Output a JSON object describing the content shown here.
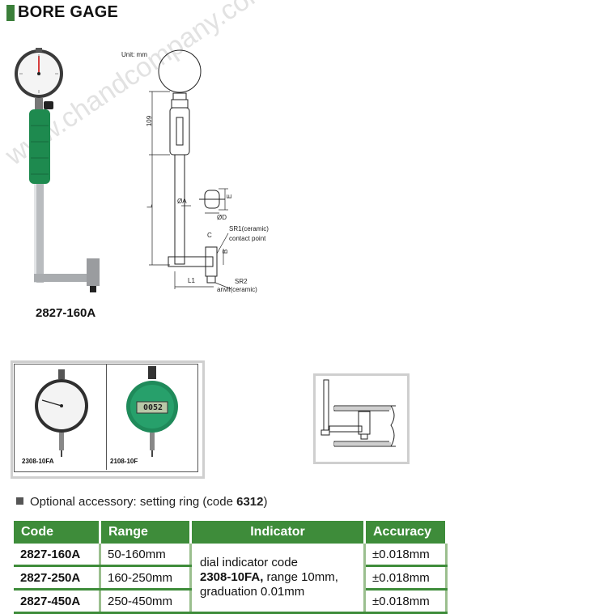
{
  "page": {
    "title": "BORE GAGE",
    "watermark": "www.chandcompany.com"
  },
  "product": {
    "code": "2827-160A"
  },
  "drawing": {
    "unit": "Unit: mm",
    "dim_109": "109",
    "dim_L": "L",
    "dim_phiA": "ØA",
    "dim_E": "E",
    "dim_phiD": "ØD",
    "dim_C": "C",
    "dim_B": "B",
    "dim_L1": "L1",
    "sr1": "SR1(ceramic)",
    "contact_point": "contact point",
    "sr2": "SR2",
    "anvil": "anvil(ceramic)"
  },
  "indicators": [
    {
      "code": "2308-10FA"
    },
    {
      "code": "2108-10F",
      "display": "0052"
    }
  ],
  "accessory": {
    "prefix": "Optional accessory: setting ring (code ",
    "code": "6312",
    "suffix": ")"
  },
  "table": {
    "headers": [
      "Code",
      "Range",
      "Indicator",
      "Accuracy"
    ],
    "rows": [
      {
        "code": "2827-160A",
        "range": "50-160mm",
        "accuracy": "±0.018mm"
      },
      {
        "code": "2827-250A",
        "range": "160-250mm",
        "accuracy": "±0.018mm"
      },
      {
        "code": "2827-450A",
        "range": "250-450mm",
        "accuracy": "±0.018mm"
      }
    ],
    "indicator_text": {
      "line1": "dial indicator code",
      "code": "2308-10FA,",
      "line2_rest": " range 10mm,",
      "line3": "graduation 0.01mm"
    }
  }
}
